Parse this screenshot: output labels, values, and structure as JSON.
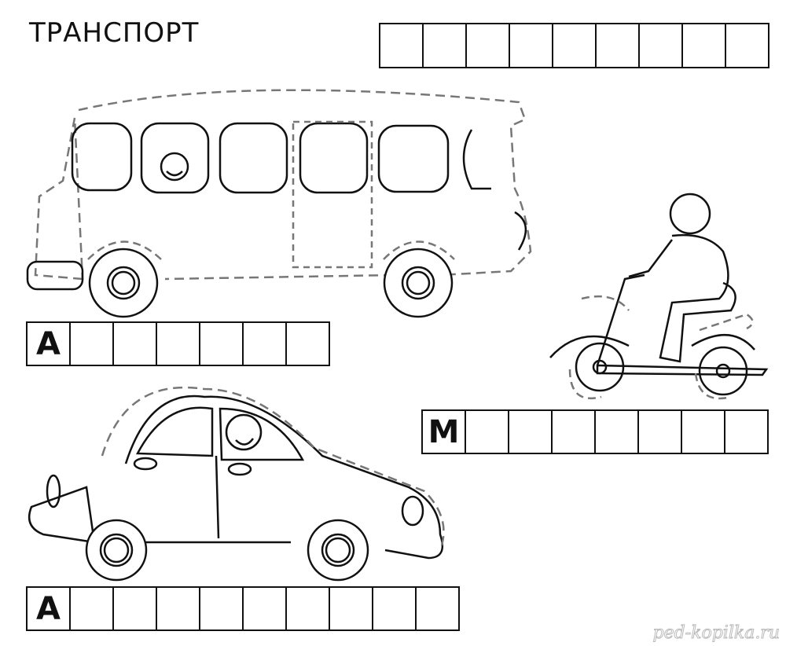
{
  "title": "ТРАНСПОРТ",
  "answer_grids": {
    "title_word": {
      "letters": [
        "",
        "",
        "",
        "",
        "",
        "",
        "",
        "",
        ""
      ]
    },
    "bus": {
      "letters": [
        "А",
        "",
        "",
        "",
        "",
        "",
        ""
      ]
    },
    "motorcycle": {
      "letters": [
        "М",
        "",
        "",
        "",
        "",
        "",
        "",
        ""
      ]
    },
    "car": {
      "letters": [
        "А",
        "",
        "",
        "",
        "",
        "",
        "",
        "",
        "",
        ""
      ]
    }
  },
  "watermark": "ped-kopilka.ru"
}
